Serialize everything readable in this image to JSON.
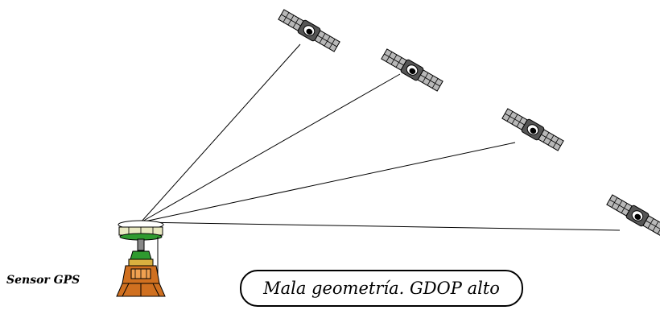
{
  "labels": {
    "sensor": "Sensor GPS",
    "caption": "Mala geometría. GDOP alto"
  },
  "satellites": [
    {
      "name": "satellite-1"
    },
    {
      "name": "satellite-2"
    },
    {
      "name": "satellite-3"
    },
    {
      "name": "satellite-4"
    }
  ],
  "colors": {
    "line": "#000000",
    "receiver_base": "#d07020",
    "receiver_band": "#2f9a2f",
    "panel": "#b0b0b0"
  }
}
